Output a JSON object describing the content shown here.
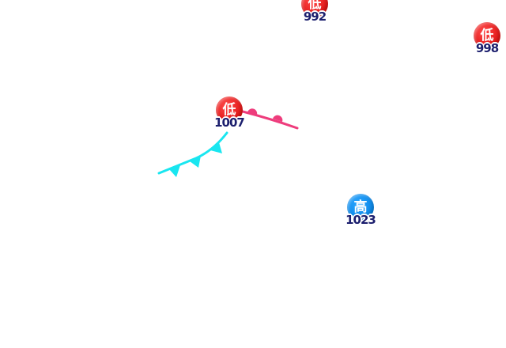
{
  "map": {
    "colors": {
      "low": "#e8171a",
      "high": "#0a86e6",
      "pressure_text": "#1c1f6e",
      "cold_front": "#19e6f0",
      "warm_front": "#ee3c7c"
    },
    "symbols": {
      "low_label": "低",
      "high_label": "高"
    },
    "pressure_centers": [
      {
        "id": "low-992",
        "kind": "low",
        "pressure": "992"
      },
      {
        "id": "low-998",
        "kind": "low",
        "pressure": "998"
      },
      {
        "id": "low-1007",
        "kind": "low",
        "pressure": "1007"
      },
      {
        "id": "high-1023",
        "kind": "high",
        "pressure": "1023"
      }
    ],
    "fronts": [
      {
        "id": "cold-front",
        "kind": "cold"
      },
      {
        "id": "warm-front",
        "kind": "warm"
      }
    ]
  }
}
